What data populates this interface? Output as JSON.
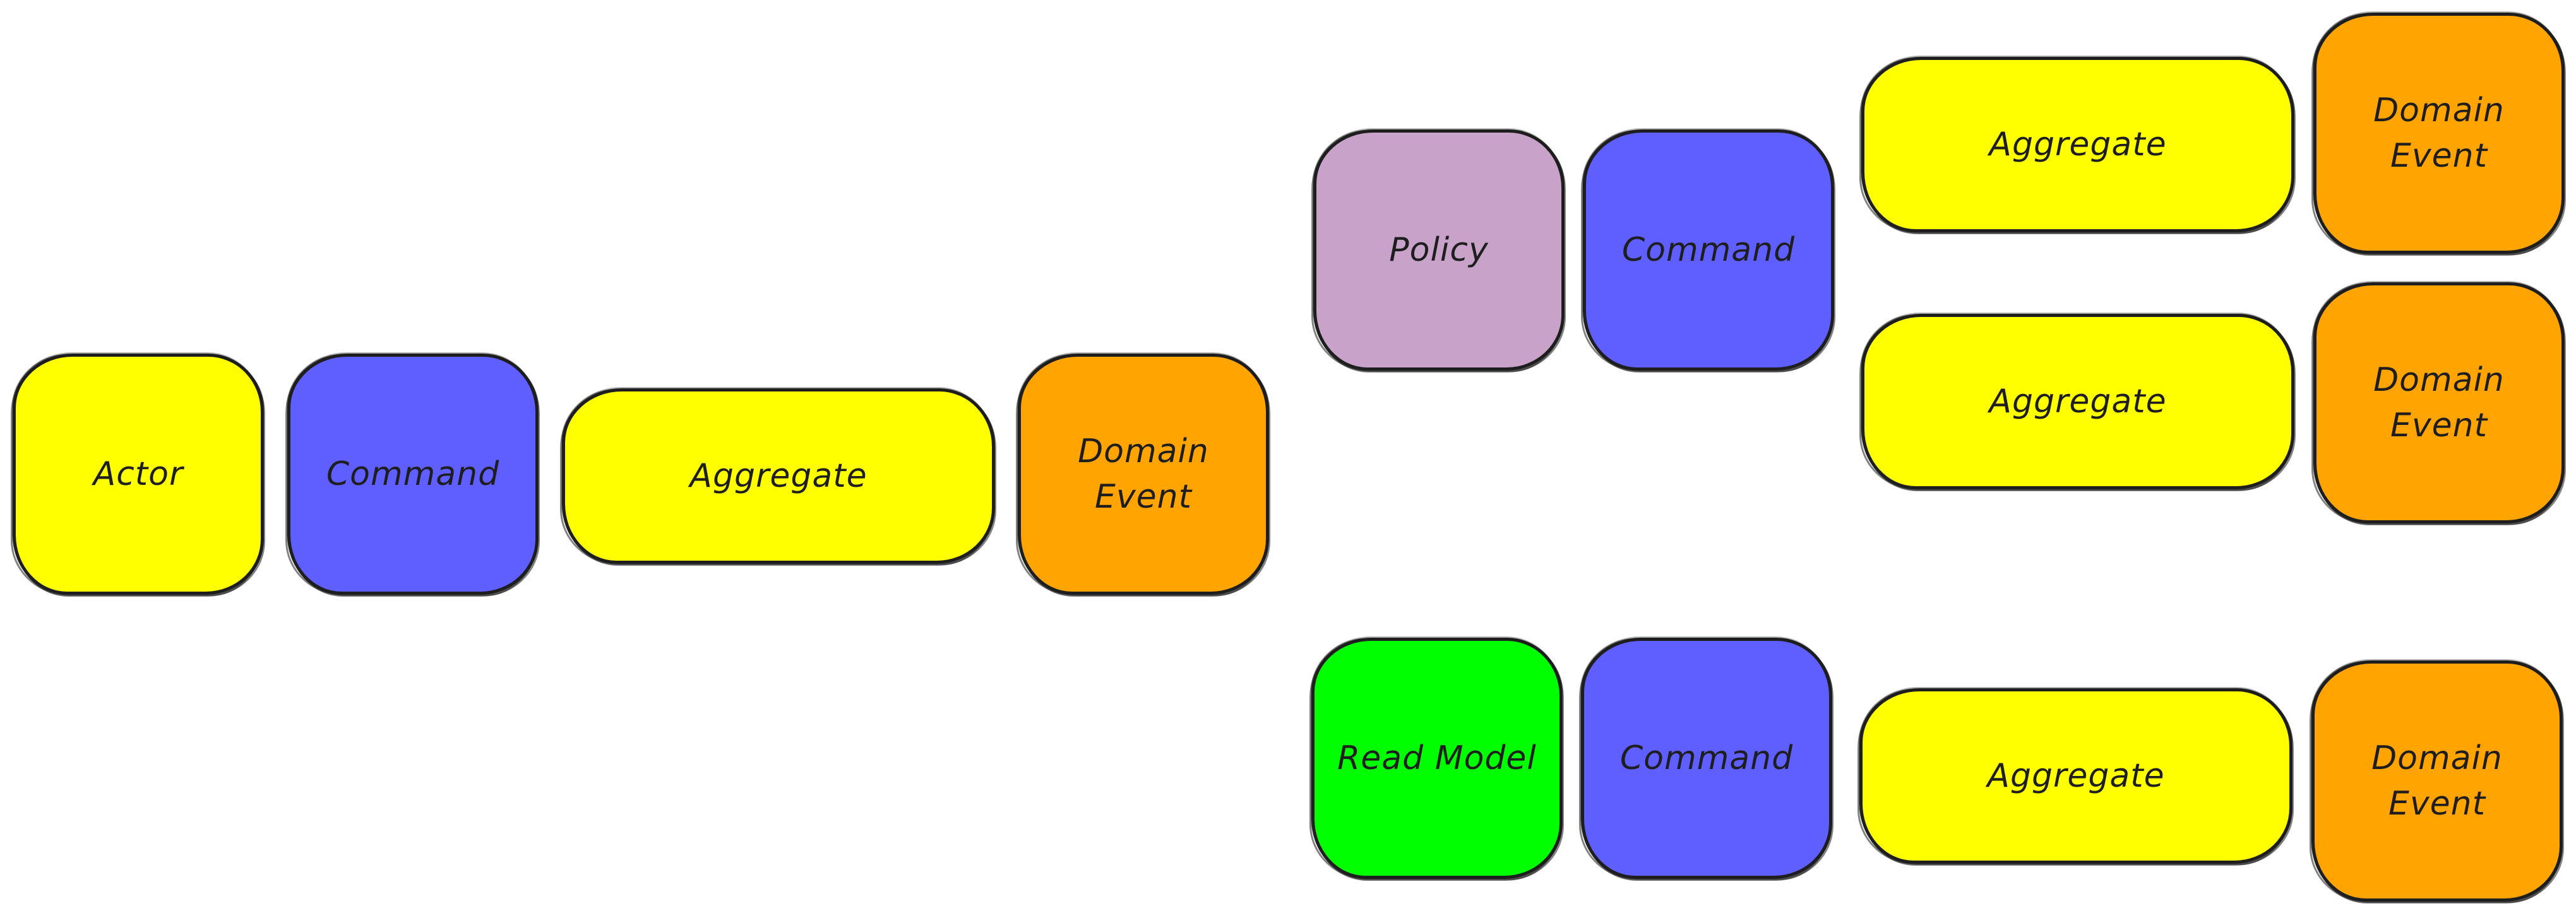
{
  "colors": {
    "actor": "#ffff00",
    "command": "#5f5fff",
    "aggregate": "#ffff00",
    "domain_event": "#ffa400",
    "policy": "#c8a2c8",
    "read_model": "#00ff00",
    "stroke": "#1e1e1e"
  },
  "flow_main": {
    "actor": "Actor",
    "command": "Command",
    "aggregate": "Aggregate",
    "event": "Domain\nEvent"
  },
  "flow_policy": {
    "policy": "Policy",
    "command": "Command",
    "aggregate_a": "Aggregate",
    "event_a": "Domain\nEvent",
    "aggregate_b": "Aggregate",
    "event_b": "Domain\nEvent"
  },
  "flow_read_model": {
    "read_model": "Read Model",
    "command": "Command",
    "aggregate": "Aggregate",
    "event": "Domain\nEvent"
  }
}
